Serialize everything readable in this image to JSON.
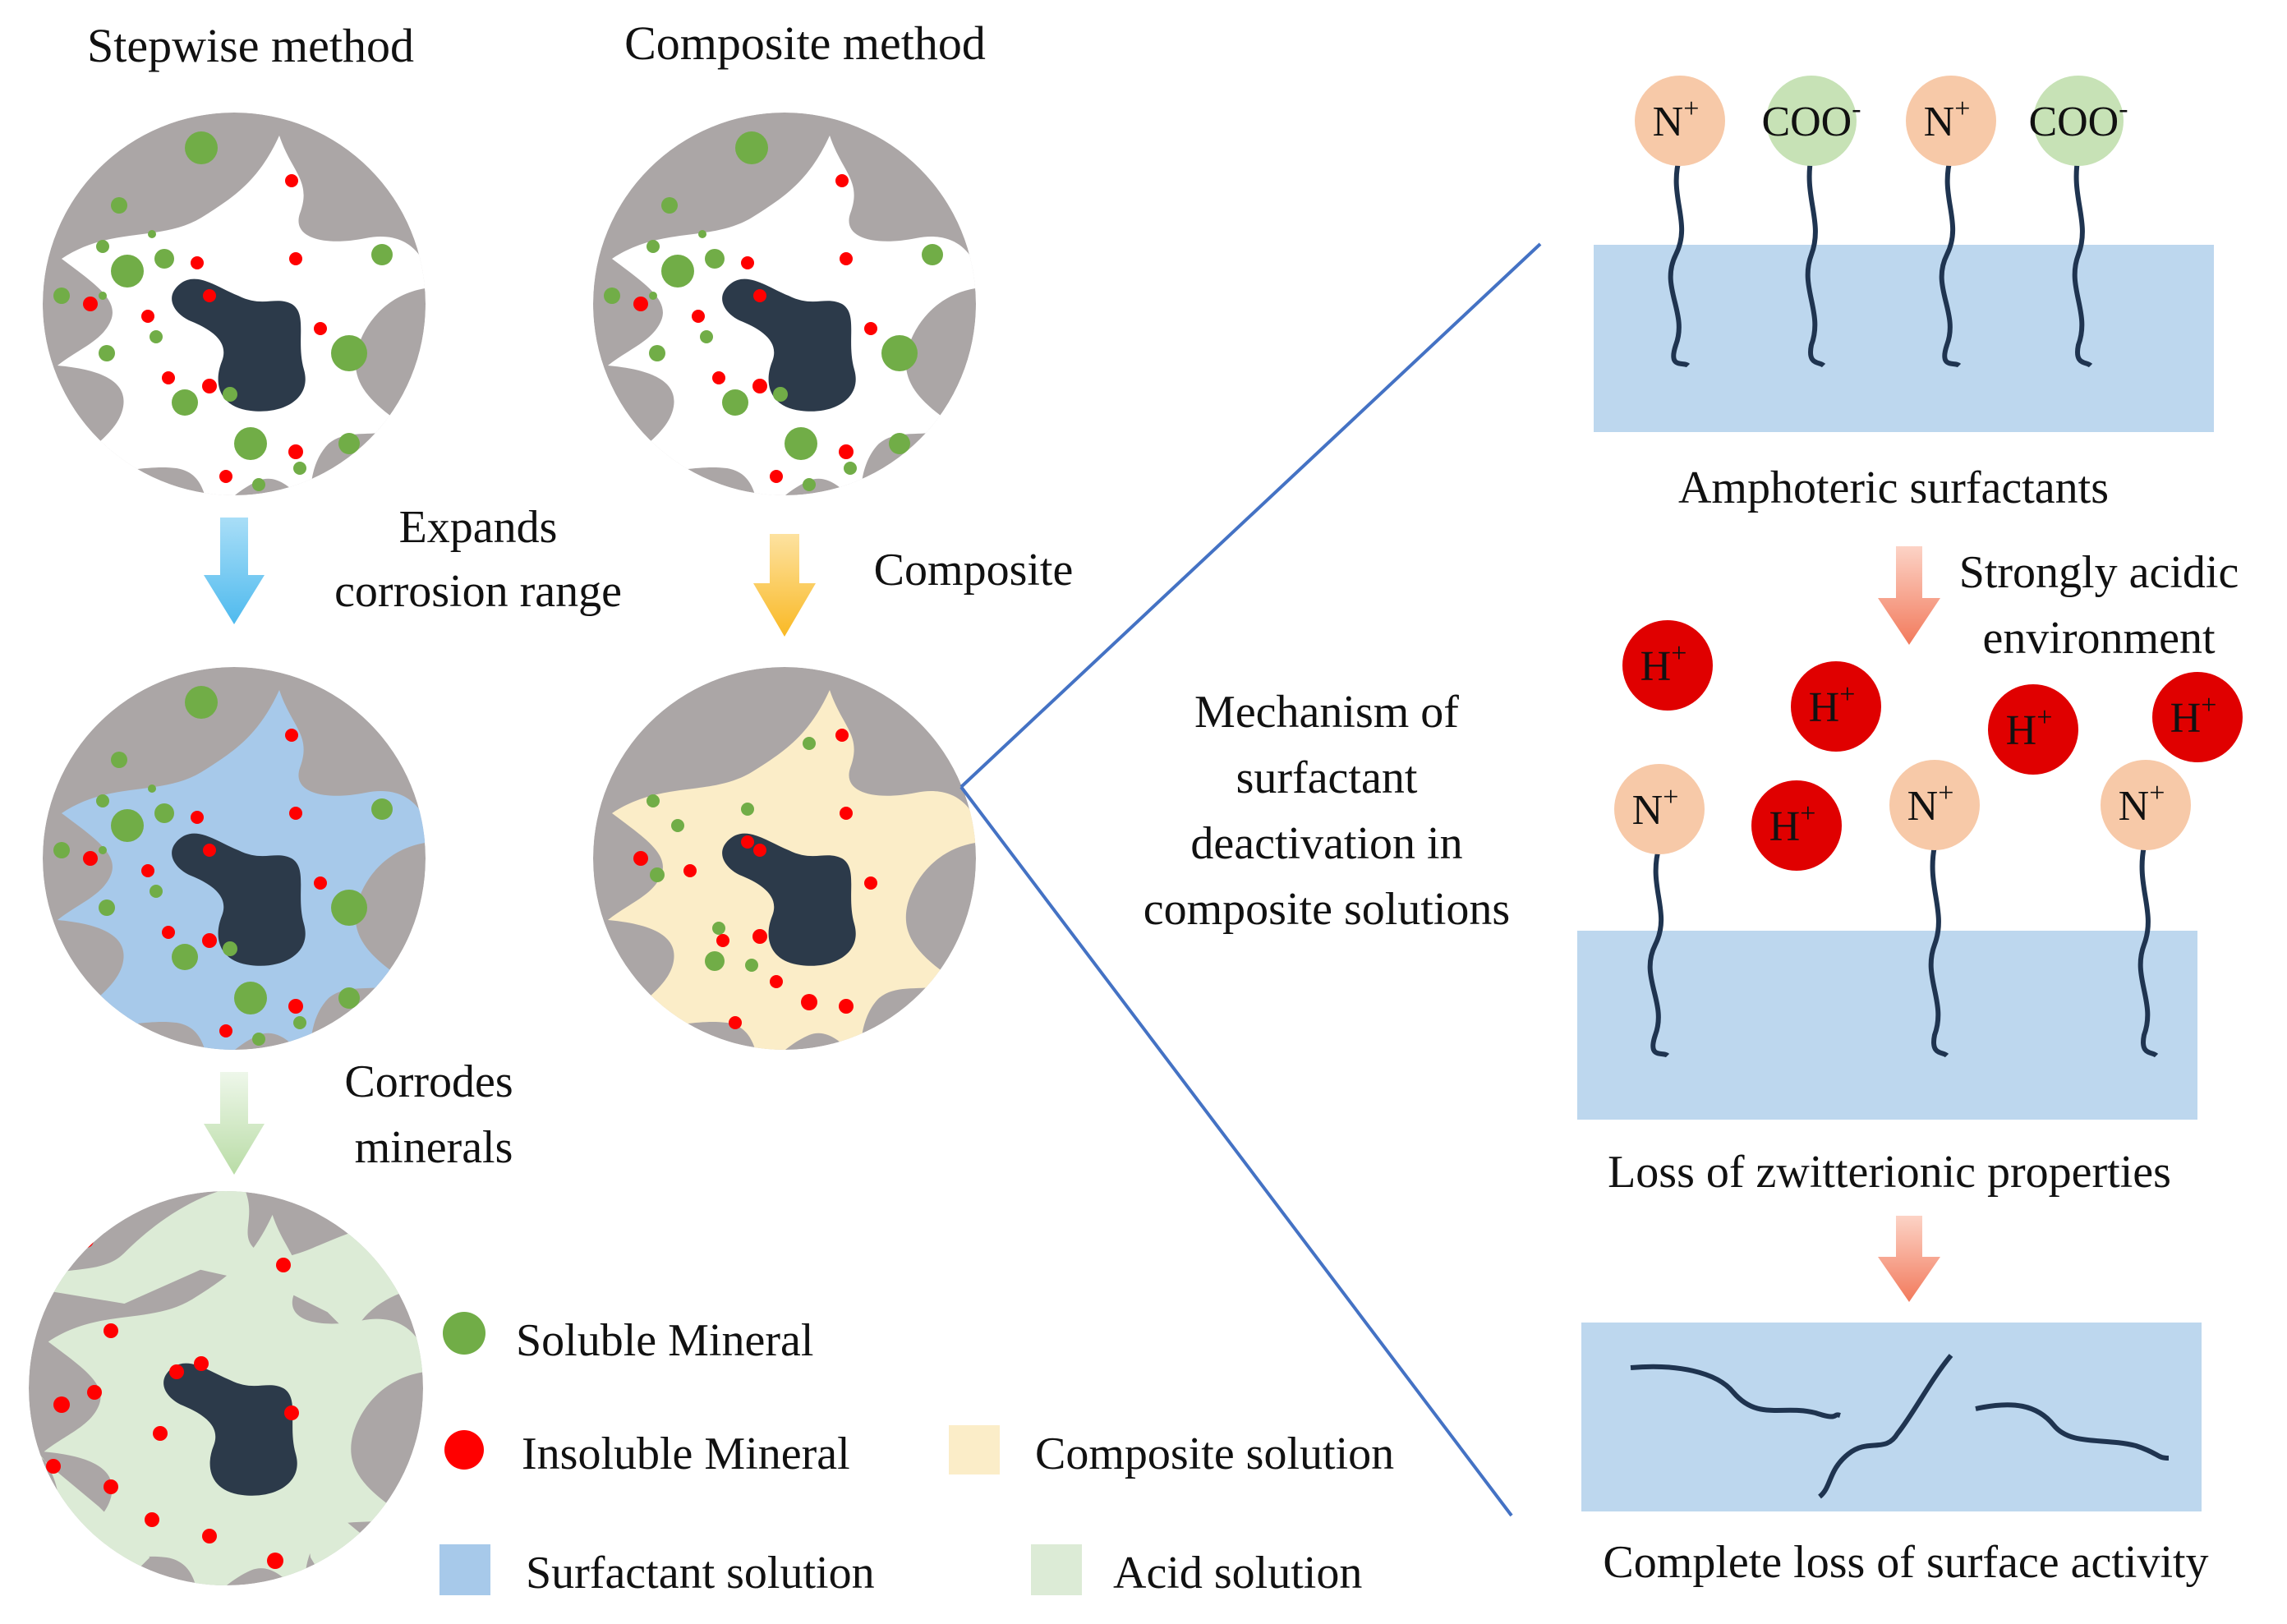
{
  "columns": {
    "stepwise_title": "Stepwise method",
    "composite_title": "Composite method"
  },
  "steps": {
    "expands_line1": "Expands",
    "expands_line2": "corrosion range",
    "corrodes_line1": "Corrodes",
    "corrodes_line2": "minerals",
    "composite": "Composite"
  },
  "mechanism": {
    "line1": "Mechanism of",
    "line2": "surfactant",
    "line3": "deactivation in",
    "line4": "composite solutions"
  },
  "panels": {
    "amphoteric_label": "Amphoteric surfactants",
    "acidic_line1": "Strongly acidic",
    "acidic_line2": "environment",
    "loss_zwitter_label": "Loss of zwitterionic properties",
    "complete_loss_label": "Complete loss of surface activity"
  },
  "ions": {
    "n_base": "N",
    "n_sup": "+",
    "coo_base": "COO",
    "coo_sup": "-",
    "h_base": "H",
    "h_sup": "+"
  },
  "legend": {
    "soluble": "Soluble Mineral",
    "insoluble": "Insoluble Mineral",
    "composite_solution": "Composite solution",
    "surfactant_solution": "Surfactant solution",
    "acid_solution": "Acid solution"
  },
  "colors": {
    "rock": "#aba6a6",
    "core": "#2c3a4a",
    "soluble": "#71ad47",
    "insoluble": "#ff0000",
    "surfactant_solution": "#a7c9ea",
    "composite_solution": "#fbedc8",
    "acid_solution": "#dcebd6",
    "n_head": "#f7c9a8",
    "coo_head": "#c7e2b6",
    "h_ion": "#e00000",
    "panel": "#bdd7ee",
    "tail": "#1f3450",
    "guide_line": "#4472c4",
    "arrow_blue": "#5ec4f2",
    "arrow_yellow": "#fbc33c",
    "arrow_green": "#c5e2b5",
    "arrow_red": "#f48c72"
  }
}
